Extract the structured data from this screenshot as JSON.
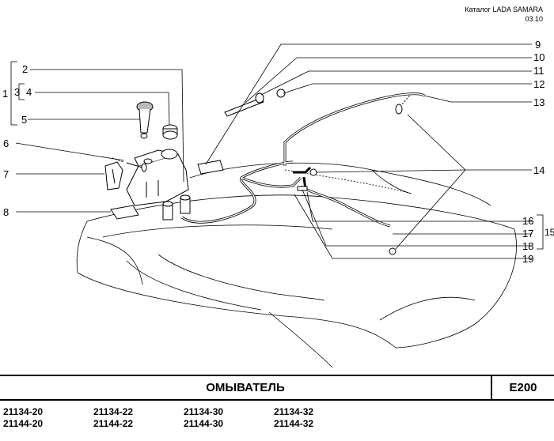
{
  "header": {
    "catalog": "Каталог  LADA SAMARA",
    "date": "03.10"
  },
  "callouts": {
    "c1": "1",
    "c2": "2",
    "c3": "3",
    "c4": "4",
    "c5": "5",
    "c6": "6",
    "c7": "7",
    "c8": "8",
    "c9": "9",
    "c10": "10",
    "c11": "11",
    "c12": "12",
    "c13": "13",
    "c14": "14",
    "c15": "15",
    "c16": "16",
    "c17": "17",
    "c18": "18",
    "c19": "19"
  },
  "title_bar": {
    "title": "ОМЫВАТЕЛЬ",
    "code": "E200"
  },
  "models": {
    "m1": "21134-20",
    "m2": "21134-22",
    "m3": "21134-30",
    "m4": "21134-32",
    "m5": "21144-20",
    "m6": "21144-22",
    "m7": "21144-30",
    "m8": "21144-32"
  }
}
